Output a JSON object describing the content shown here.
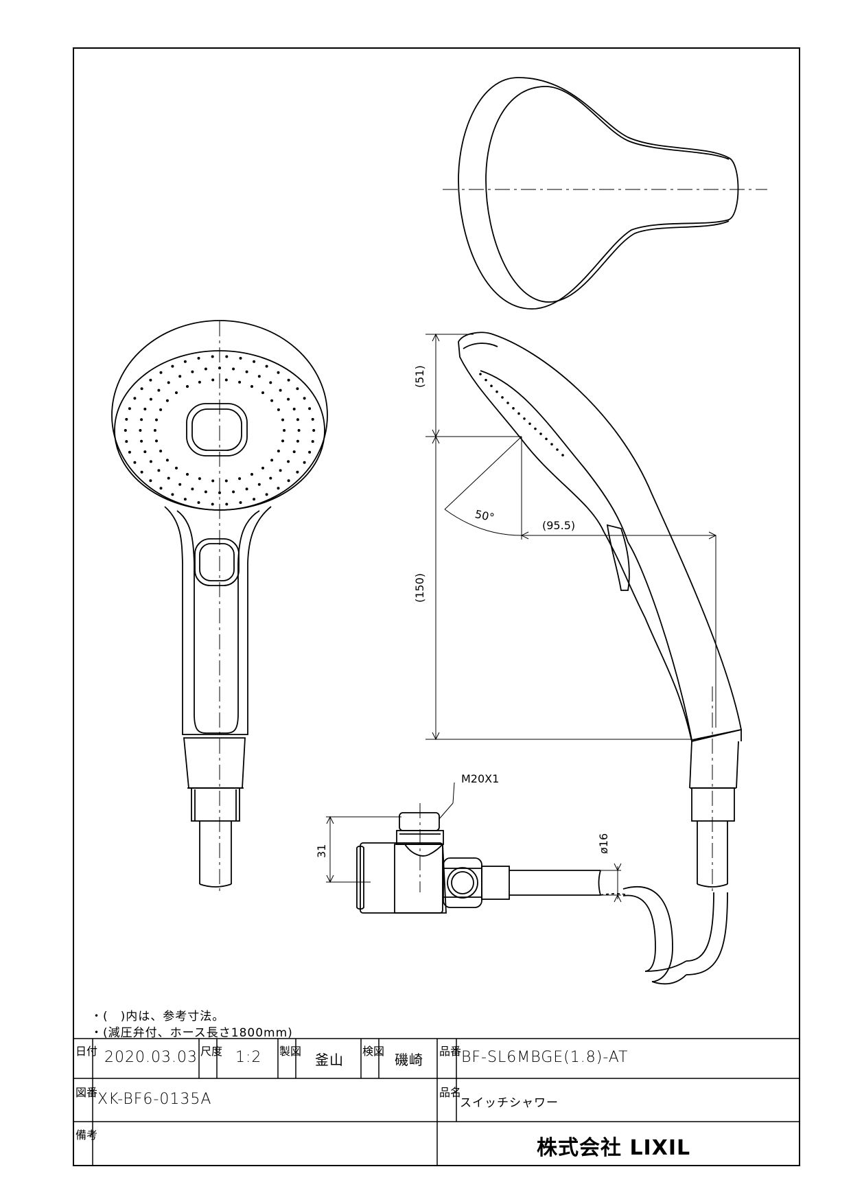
{
  "dimensions": {
    "d51": "(51)",
    "d150": "(150)",
    "angle": "50°",
    "d95": "(95.5)",
    "thread": "M20X1",
    "d31": "31",
    "d16": "ø16"
  },
  "notes": [
    "・(　)内は、参考寸法。",
    "・(減圧弁付、ホース長さ1800mm)"
  ],
  "title_block": {
    "date_label": "日付",
    "date": "2020.03.03",
    "scale_label": "尺度",
    "scale": "1:2",
    "drawn_label": "製図",
    "drawn": "釜山",
    "checked_label": "検図",
    "checked": "磯崎",
    "part_no_label": "品番",
    "part_no": "BF-SL6MBGE(1.8)-AT",
    "drawing_no_label": "図番",
    "drawing_no": "XK-BF6-0135A",
    "name_label": "品名",
    "name": "スイッチシャワー",
    "remarks_label": "備考",
    "company": "株式会社 LIXIL"
  }
}
